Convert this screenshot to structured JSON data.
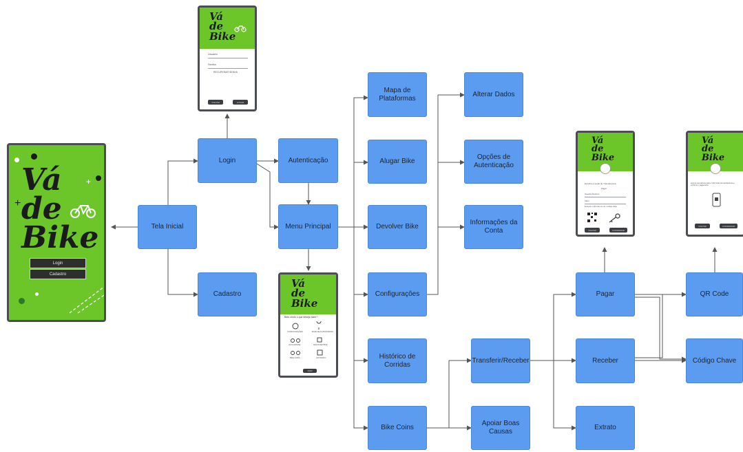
{
  "nodes": {
    "tela_inicial": "Tela Inicial",
    "login": "Login",
    "cadastro": "Cadastro",
    "autenticacao": "Autenticação",
    "menu_principal": "Menu Principal",
    "mapa_plataformas": "Mapa de Plataformas",
    "alugar_bike": "Alugar Bike",
    "devolver_bike": "Devolver Bike",
    "configuracoes": "Configurações",
    "historico_corridas": "Histórico de Corridas",
    "bike_coins": "Bike Coins",
    "alterar_dados": "Alterar Dados",
    "opcoes_autenticacao": "Opções de Autenticação",
    "informacoes_conta": "Informações da Conta",
    "transferir_receber": "Transferir/Receber",
    "apoiar_causas": "Apoiar Boas Causas",
    "pagar": "Pagar",
    "receber": "Receber",
    "extrato": "Extrato",
    "qr_code": "QR Code",
    "codigo_chave": "Código Chave"
  },
  "splash": {
    "logo": "Vá\nde\nBike",
    "login_button": "Login",
    "cadastro_button": "Cadastro"
  },
  "login_screen": {
    "logo": "Vá\nde\nBike",
    "user_field": "Usuário",
    "password_field": "Senha",
    "forgot_password": "RECUPERAR SENHA",
    "back_button": "VOLTAR",
    "enter_button": "LOGAR"
  },
  "menu_screen": {
    "logo": "Vá\nde\nBike",
    "heading": "Bem-vindo o que deseja fazer?",
    "items": [
      "CONFIGURAÇÕES",
      "MAPA DE PLATAFORMAS",
      "ALUGAR BIKE",
      "DEVOLVER BIKE",
      "BIKE COINS",
      "HISTÓRICO"
    ],
    "exit_button": "SAIR"
  },
  "pay_screen": {
    "logo": "Vá\nde\nBike",
    "title": "Escolha a opção de Transferência",
    "subtitle": "Pagar",
    "field_1": "Usuário Destino",
    "field_2": "Valor",
    "note": "Escaneie o QR Code ou use o código chave",
    "back_button": "VOLTAR",
    "confirm_button": "CONFIRMAR"
  },
  "qr_screen": {
    "logo": "Vá\nde\nBike",
    "title": "Aponte sua câmera para o QR Code da transferência e confirme o pagamento",
    "back_button": "VOLTAR",
    "confirm_button": "CONFIRMAR"
  },
  "colors": {
    "node_fill": "#5b9cf0",
    "brand_green": "#6cc62a",
    "connector": "#555555"
  }
}
